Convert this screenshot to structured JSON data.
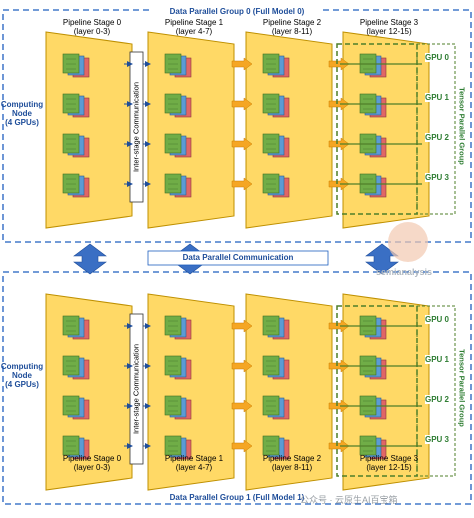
{
  "colors": {
    "group_border": "#1f5fbf",
    "stage_fill": "#ffd966",
    "stage_border": "#bf9000",
    "arrow_orange": "#f5a623",
    "arrow_blue": "#3a6fc4",
    "tensor_box": "#4f7f2a",
    "gpu_label": "#2e7d32",
    "layer_green": "#70ad47",
    "layer_red": "#e06666",
    "layer_blue": "#5b9bd5"
  },
  "groups": [
    {
      "title": "Data Parallel Group 0 (Full Model 0)",
      "computing_node": [
        "Computing",
        "Node",
        "(4 GPUs)"
      ],
      "stages": [
        {
          "name": "Pipeline Stage 0",
          "layers": "(layer 0-3)"
        },
        {
          "name": "Pipeline Stage 1",
          "layers": "(layer 4-7)"
        },
        {
          "name": "Pipeline Stage 2",
          "layers": "(layer 8-11)"
        },
        {
          "name": "Pipeline Stage 3",
          "layers": "(layer 12-15)"
        }
      ],
      "inter_stage": "Inter-stage Communication",
      "gpus": [
        "GPU 0",
        "GPU 1",
        "GPU 2",
        "GPU 3"
      ],
      "tensor_parallel": "Tensor Parallel Group"
    },
    {
      "title": "Data Parallel Group 1 (Full Model 1)",
      "computing_node": [
        "Computing",
        "Node",
        "(4 GPUs)"
      ],
      "stages": [
        {
          "name": "Pipeline Stage 0",
          "layers": "(layer 0-3)"
        },
        {
          "name": "Pipeline Stage 1",
          "layers": "(layer 4-7)"
        },
        {
          "name": "Pipeline Stage 2",
          "layers": "(layer 8-11)"
        },
        {
          "name": "Pipeline Stage 3",
          "layers": "(layer 12-15)"
        }
      ],
      "inter_stage": "Inter-stage Communication",
      "gpus": [
        "GPU 0",
        "GPU 1",
        "GPU 2",
        "GPU 3"
      ],
      "tensor_parallel": "Tensor Parallel Group"
    }
  ],
  "data_parallel_comm": "Data Parallel Communication",
  "watermark": "semianalysis",
  "footer_watermark": "公众号 · 云原生AI百宝箱"
}
